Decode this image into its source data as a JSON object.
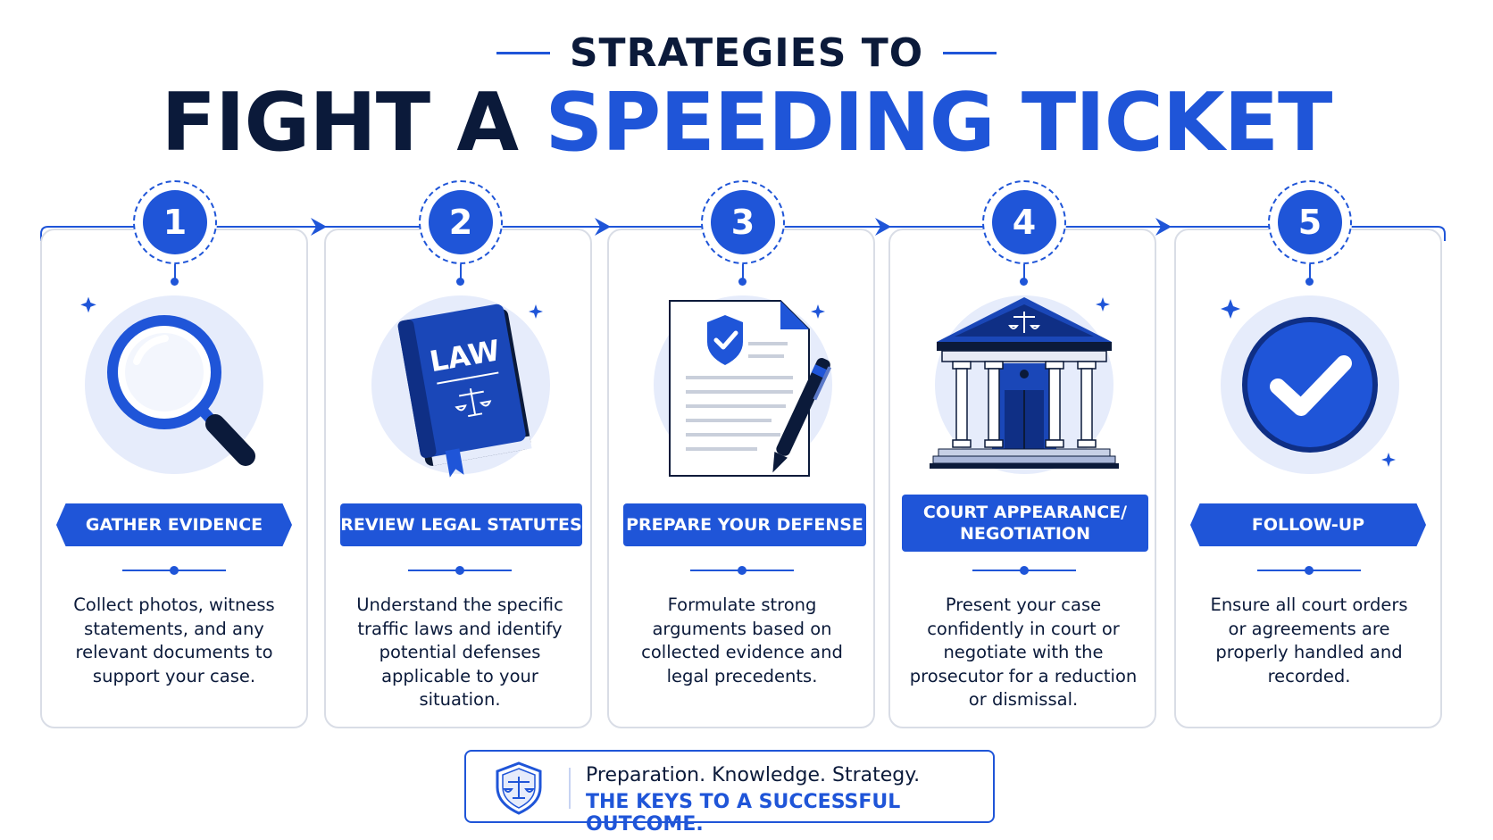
{
  "header": {
    "kicker": "STRATEGIES TO",
    "title_dark": "FIGHT A",
    "title_blue": "SPEEDING TICKET"
  },
  "colors": {
    "primary": "#1f55d8",
    "dark": "#0b1a3a",
    "soft": "#e6ecfb"
  },
  "steps": [
    {
      "number": "1",
      "title": "GATHER EVIDENCE",
      "icon": "magnifying-glass-icon",
      "desc": [
        "Collect photos, witness",
        "statements, and any",
        "relevant documents to",
        "support your case."
      ]
    },
    {
      "number": "2",
      "title": "REVIEW LEGAL STATUTES",
      "icon": "law-book-icon",
      "book_text": "LAW",
      "desc": [
        "Understand the specific",
        "traffic laws and identify",
        "potential defenses",
        "applicable to your",
        "situation."
      ]
    },
    {
      "number": "3",
      "title": "PREPARE YOUR DEFENSE",
      "icon": "document-pen-icon",
      "desc": [
        "Formulate strong",
        "arguments based on",
        "collected evidence and",
        "legal precedents."
      ]
    },
    {
      "number": "4",
      "title_line1": "COURT APPEARANCE/",
      "title_line2": "NEGOTIATION",
      "icon": "courthouse-icon",
      "desc": [
        "Present your case",
        "confidently in court or",
        "negotiate with the",
        "prosecutor for a reduction",
        "or dismissal."
      ]
    },
    {
      "number": "5",
      "title": "FOLLOW-UP",
      "icon": "checkmark-circle-icon",
      "desc": [
        "Ensure all court orders",
        "or agreements are",
        "properly handled and",
        "recorded."
      ]
    }
  ],
  "footer": {
    "icon": "shield-scales-icon",
    "line1": "Preparation. Knowledge. Strategy.",
    "line2": "THE KEYS TO A SUCCESSFUL OUTCOME."
  }
}
